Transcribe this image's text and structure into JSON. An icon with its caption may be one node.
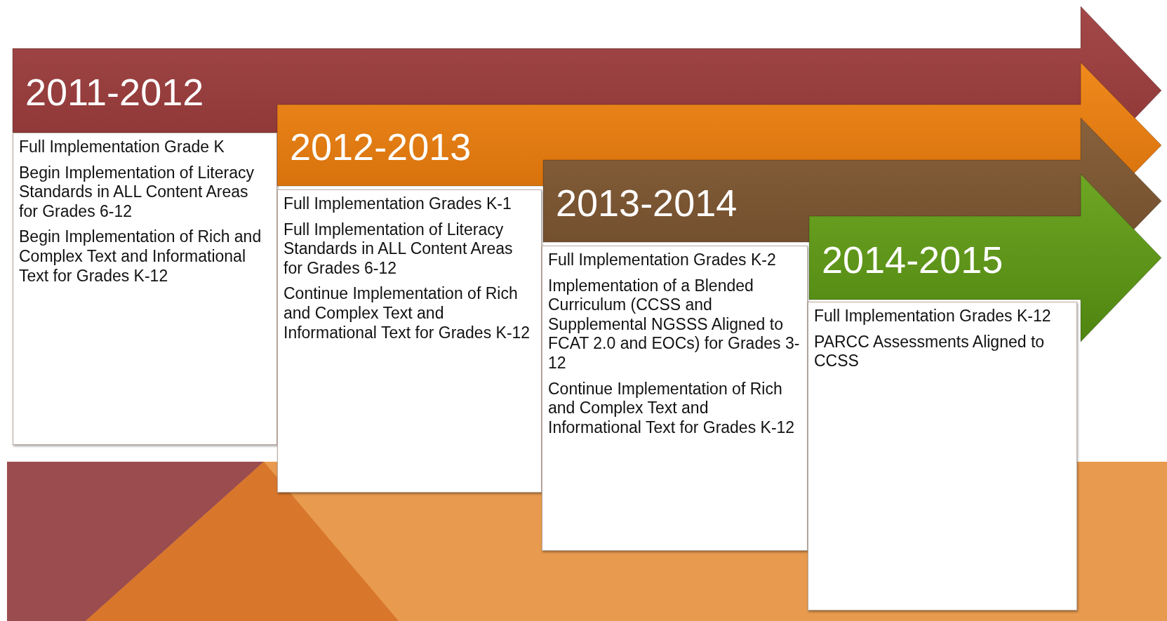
{
  "diagram": {
    "nodes": [
      {
        "text": [
          "2011-2012"
        ]
      },
      {
        "text": [
          "Full Implementation Grade K",
          "Begin Implementation of Literacy Standards in ALL Content Areas for Grades 6-12",
          "Begin Implementation of Rich and Complex Text and Informational Text for Grades K-12"
        ]
      },
      {
        "text": [
          "2012-2013"
        ]
      },
      {
        "text": [
          "Full Implementation Grades K-1",
          "Full Implementation of Literacy Standards in ALL Content Areas for Grades 6-12",
          "Continue Implementation of Rich and Complex Text and Informational Text for Grades K-12"
        ]
      },
      {
        "text": [
          "2013-2014"
        ]
      },
      {
        "text": [
          "Full Implementation Grades K-2",
          "Implementation of a Blended Curriculum (CCSS and Supplemental NGSSS Aligned to FCAT 2.0 and EOCs) for Grades 3-12",
          "Continue Implementation of Rich and Complex Text and Informational Text for Grades K-12"
        ]
      },
      {
        "text": [
          "2014-2015"
        ]
      },
      {
        "text": [
          "Full Implementation Grades K-12",
          "PARCC Assessments Aligned to CCSS"
        ]
      }
    ]
  }
}
